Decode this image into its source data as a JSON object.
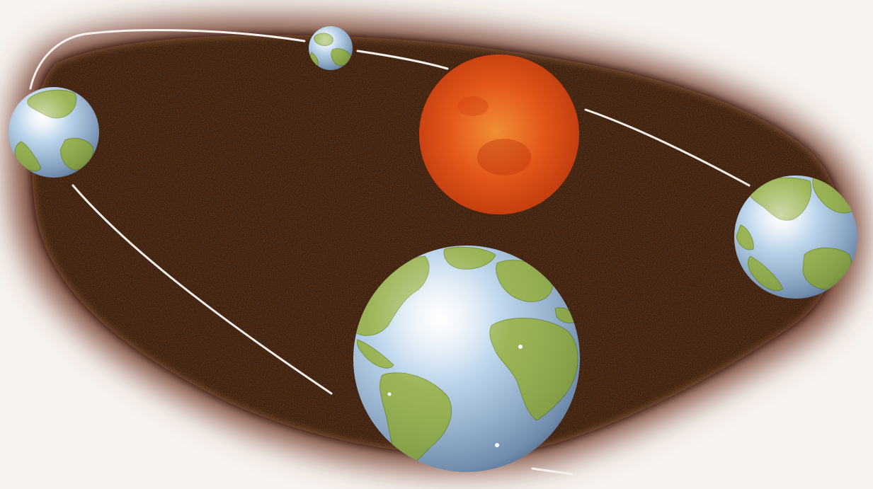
{
  "diagram": {
    "type": "orbit-illustration",
    "bodies": [
      {
        "id": "sun",
        "kind": "star",
        "icon": "sun-icon"
      },
      {
        "id": "earth-front",
        "kind": "planet",
        "icon": "earth-globe-icon",
        "order": 1
      },
      {
        "id": "earth-right",
        "kind": "planet",
        "icon": "earth-globe-icon",
        "order": 2
      },
      {
        "id": "earth-back",
        "kind": "planet",
        "icon": "earth-globe-icon",
        "order": 3
      },
      {
        "id": "earth-left",
        "kind": "planet",
        "icon": "earth-globe-icon",
        "order": 4
      }
    ],
    "orbit_icon": "orbit-path-icon",
    "colors": {
      "background": "#f7f3ef",
      "space": "#160807",
      "halo": "#7a4434",
      "orbit_line": "#f4f1ee",
      "sun_core": "#ff9a3a",
      "sun_mid": "#ee4f14",
      "sun_edge": "#c02c08",
      "ocean_light": "#ffffff",
      "ocean": "#b5d0e9",
      "ocean_dark": "#6f90b5",
      "land": "#90ad43",
      "land_dark": "#6c8a2e"
    }
  }
}
